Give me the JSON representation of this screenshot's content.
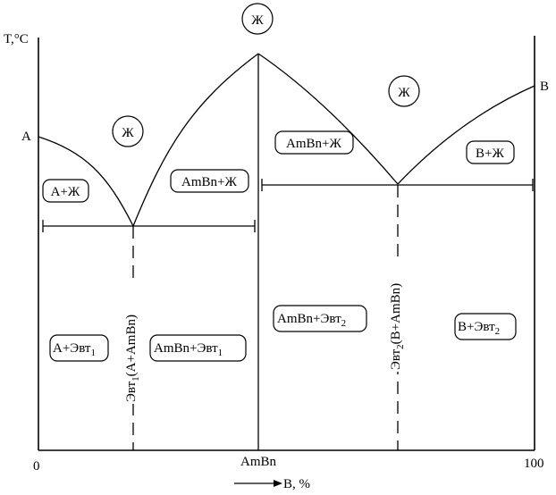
{
  "axis": {
    "y_label": "T,°C",
    "x_label": "B, %",
    "x_start": "0",
    "x_end": "100",
    "x_mid": "AmBn"
  },
  "points": {
    "a": "A",
    "b": "B"
  },
  "liquid_label": "Ж",
  "regions": {
    "a_liquid": "A+Ж",
    "ambn_liquid_left": "AmBn+Ж",
    "ambn_liquid_right": "AmBn+Ж",
    "b_liquid": "B+Ж",
    "a_evt1": {
      "main": "A+Эвт",
      "sub": "1"
    },
    "ambn_evt1": {
      "main": "AmBn+Эвт",
      "sub": "1"
    },
    "ambn_evt2": {
      "main": "AmBn+Эвт",
      "sub": "2"
    },
    "b_evt2": {
      "main": "B+Эвт",
      "sub": "2"
    }
  },
  "eutectics": {
    "e1": {
      "pre": "Эвт",
      "sub": "1",
      "post": "(A+AmBn)"
    },
    "e2": {
      "pre": "Эвт",
      "sub": "2",
      "post": "(B+AmBn)"
    }
  }
}
